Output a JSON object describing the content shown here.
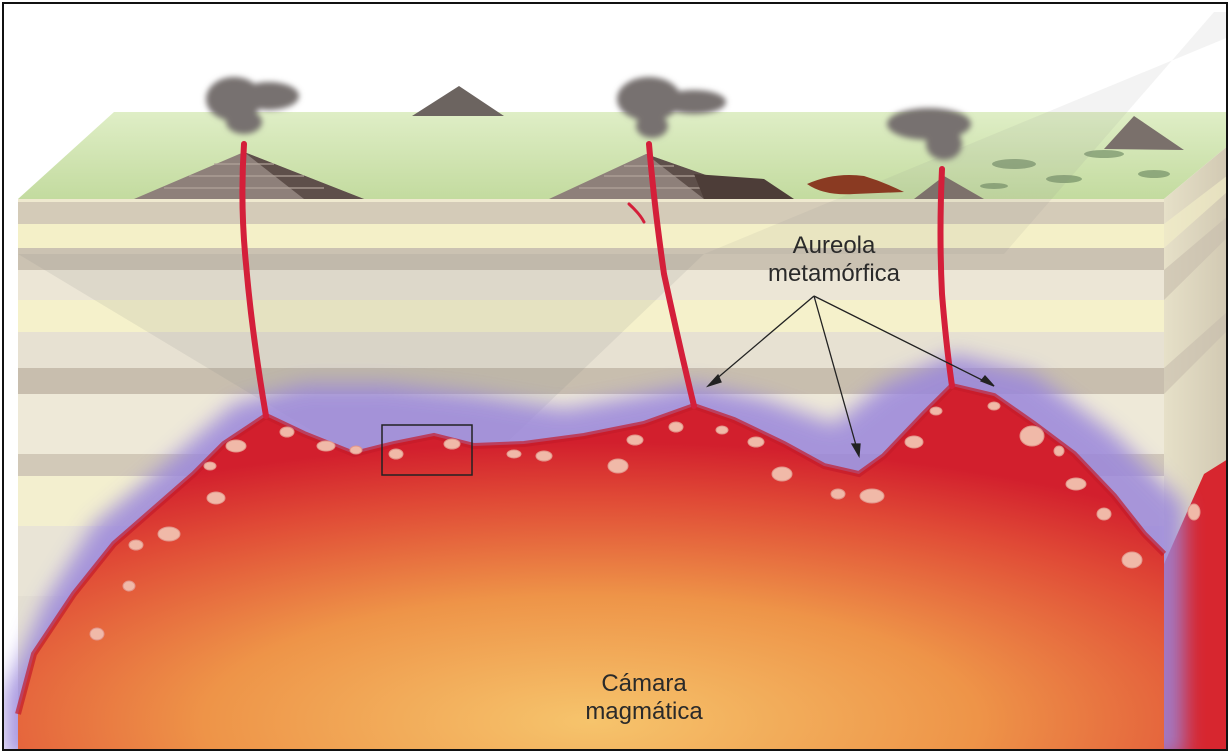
{
  "labels": {
    "aureola_line1": "Aureola",
    "aureola_line2": "metamórfica",
    "camara_line1": "Cámara",
    "camara_line2": "magmática"
  },
  "colors": {
    "surface": "#cfe3b4",
    "strata_light": "#f3efc9",
    "strata_dark": "#c9c0b0",
    "aureole": "#9b87d8",
    "magma_red": "#d4202e",
    "magma_core": "#f2b25c",
    "volcano": "#8c7f78",
    "smoke": "#7b7676"
  }
}
